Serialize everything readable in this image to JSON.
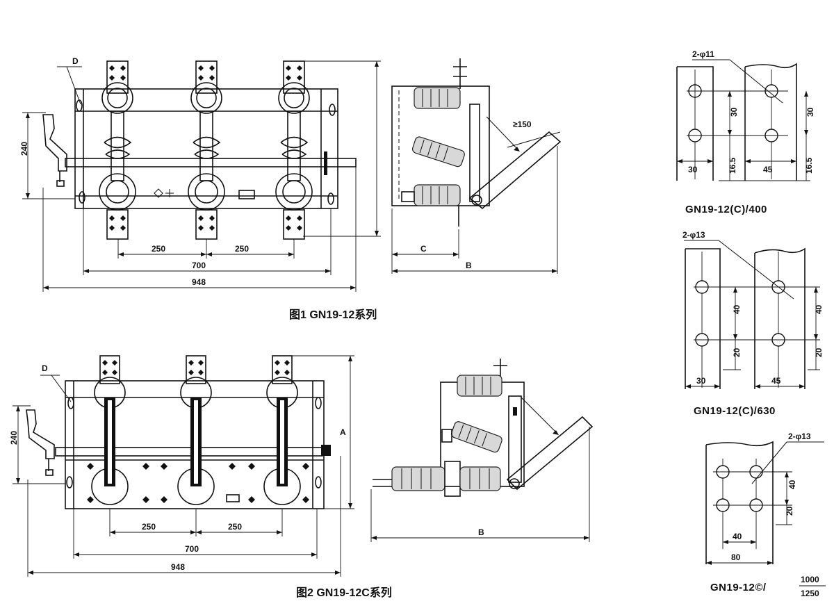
{
  "figure1": {
    "caption": "图1 GN19-12系列",
    "leader_label": "D",
    "dims": {
      "height": "240",
      "pitch_left": "250",
      "pitch_right": "250",
      "span": "700",
      "overall": "948"
    },
    "side_view": {
      "clearance": "≥150",
      "dim_c": "C",
      "dim_b": "B"
    }
  },
  "figure2": {
    "caption": "图2 GN19-12C系列",
    "leader_label": "D",
    "dims": {
      "height": "240",
      "pitch_left": "250",
      "pitch_right": "250",
      "span": "700",
      "overall": "948",
      "dim_a": "A"
    },
    "side_view": {
      "dim_b": "B"
    }
  },
  "terminal_details": [
    {
      "title": "GN19-12(C)/400",
      "hole": "2-φ11",
      "v_pitch": "30",
      "edge": "16.5",
      "width_left": "30",
      "width_right": "45"
    },
    {
      "title": "GN19-12(C)/630",
      "hole": "2-φ13",
      "v_pitch": "40",
      "edge": "20",
      "width_left": "30",
      "width_right": "45"
    },
    {
      "title_main": "GN19-12©/",
      "title_sup": "1000",
      "title_sub": "1250",
      "hole": "2-φ13",
      "v_pitch": "40",
      "edge": "20",
      "inner_width": "40",
      "width": "80"
    }
  ]
}
